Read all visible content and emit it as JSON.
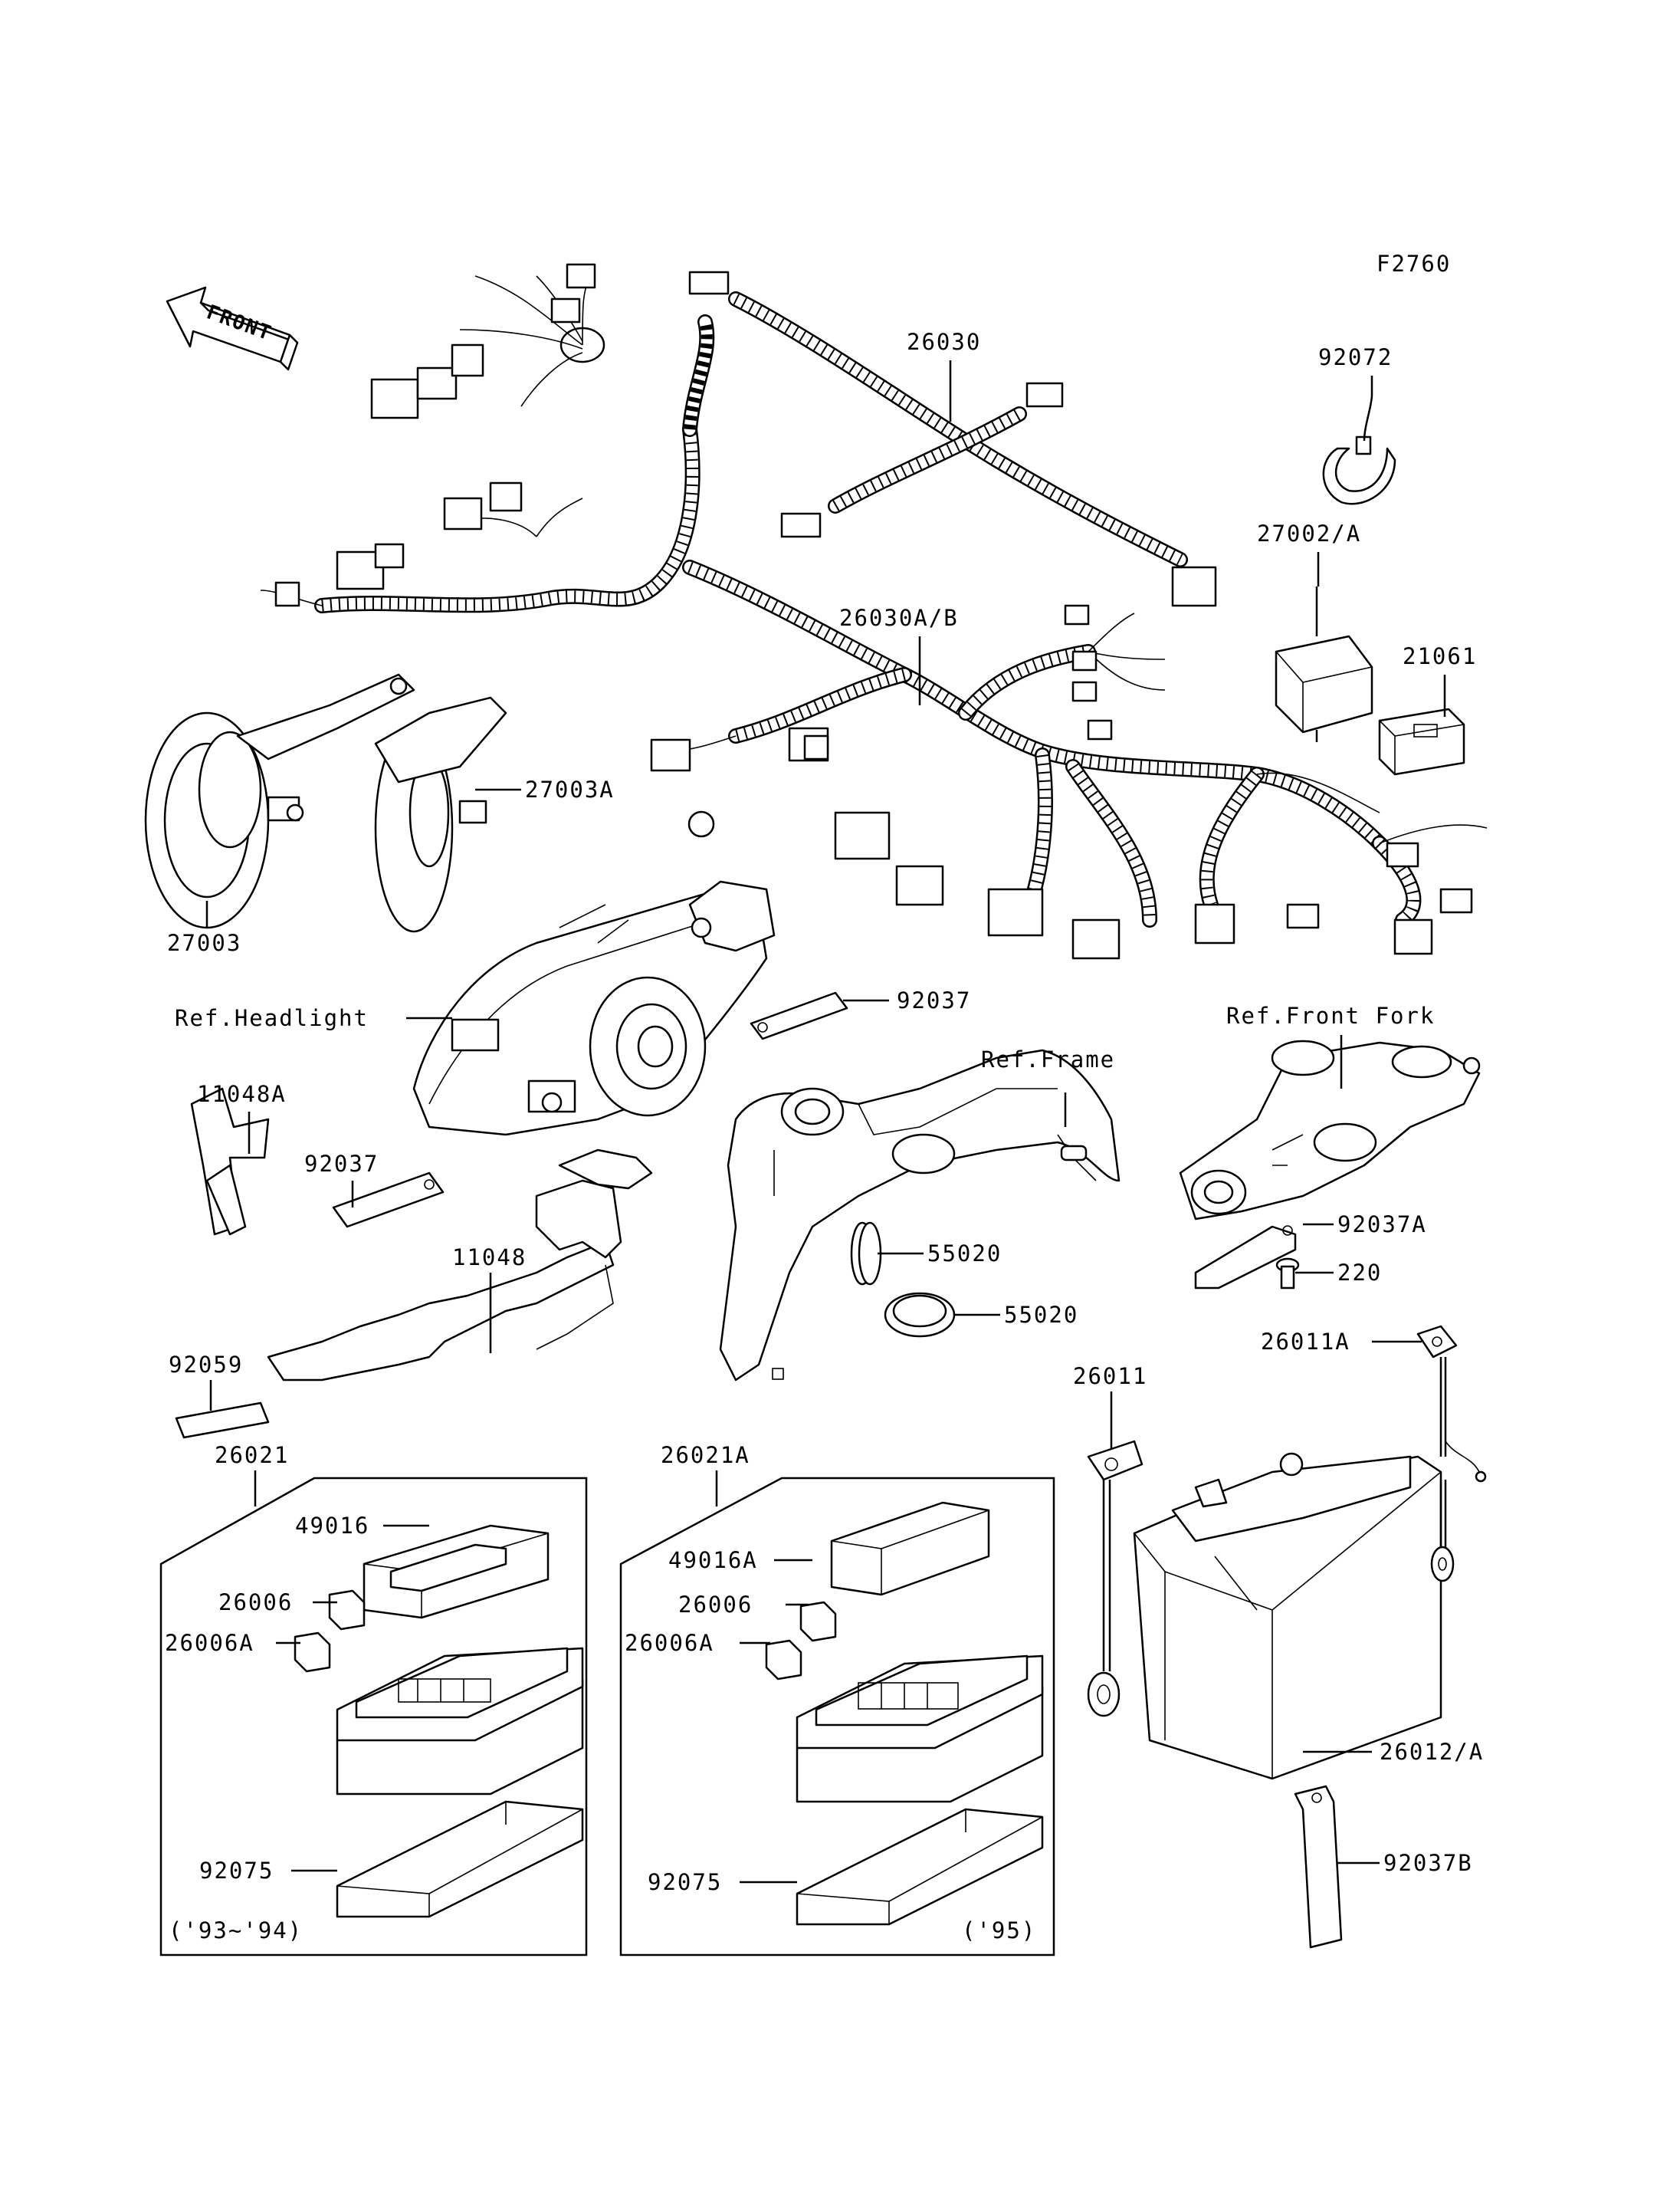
{
  "diagram_code": "F2760",
  "front_label": "FRONT",
  "groups": {
    "left_kit": {
      "label": "26021",
      "note": "('93~'94)"
    },
    "right_kit": {
      "label": "26021A",
      "note": "('95)"
    }
  },
  "labels": {
    "p26030": "26030",
    "p92072": "92072",
    "p27002A": "27002/A",
    "p26030AB": "26030A/B",
    "p21061": "21061",
    "p27003A": "27003A",
    "p27003": "27003",
    "p92037_top": "92037",
    "ref_headlight": "Ref.Headlight",
    "ref_front_fork": "Ref.Front Fork",
    "p11048A": "11048A",
    "ref_frame": "Ref.Frame",
    "p92037_mid": "92037",
    "p11048": "11048",
    "p55020_a": "55020",
    "p92037A": "92037A",
    "p220": "220",
    "p55020_b": "55020",
    "p92059": "92059",
    "p26011": "26011",
    "p26011A": "26011A",
    "p49016": "49016",
    "p26006_l": "26006",
    "p26006A_l": "26006A",
    "p92075_l": "92075",
    "p49016A": "49016A",
    "p26006_r": "26006",
    "p26006A_r": "26006A",
    "p92075_r": "92075",
    "p26012A": "26012/A",
    "p92037B": "92037B"
  }
}
